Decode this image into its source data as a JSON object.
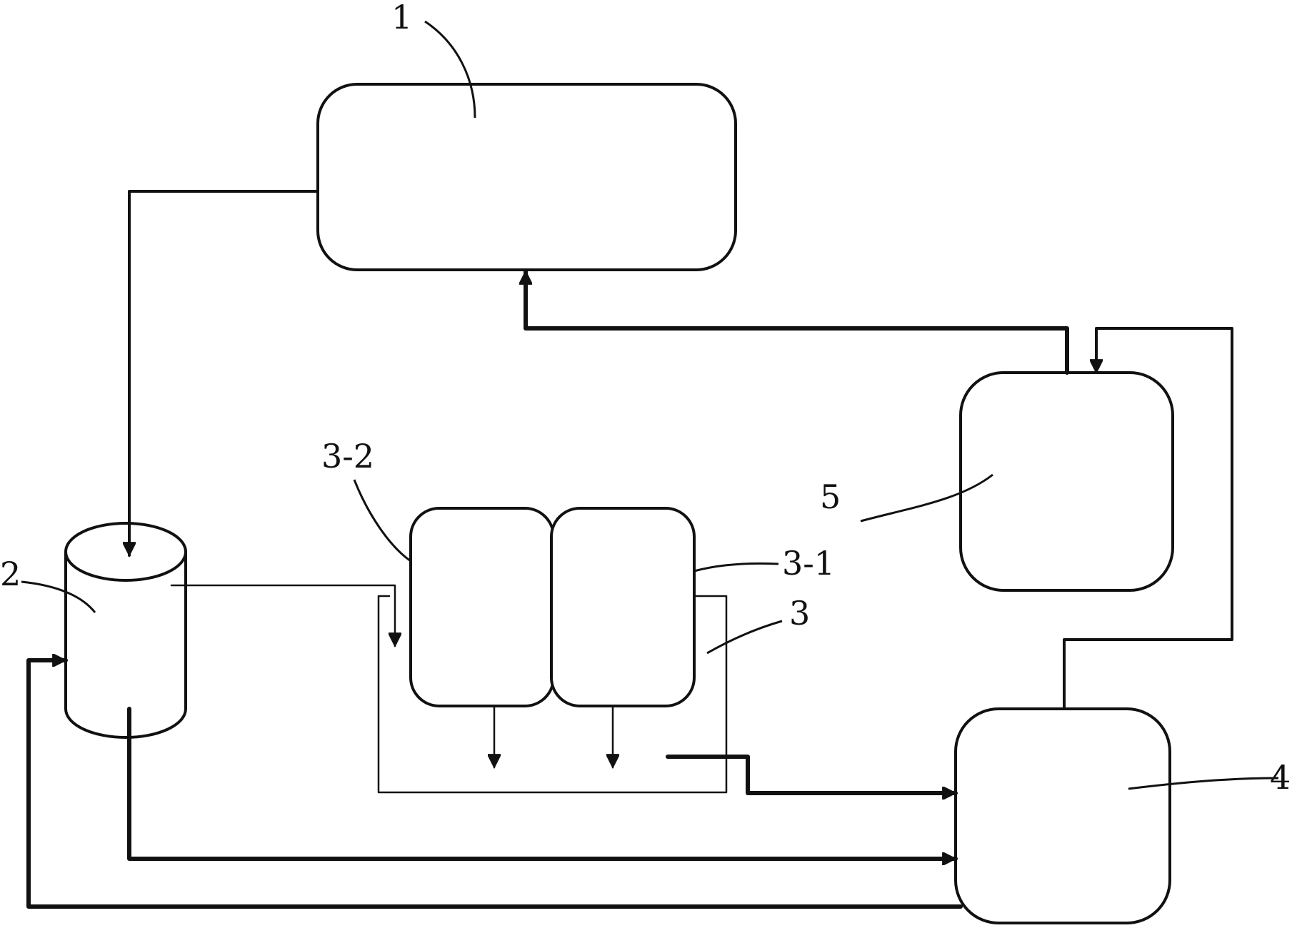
{
  "labels": {
    "unit_1": "1",
    "unit_2": "2",
    "unit_3": "3",
    "unit_3_1": "3-1",
    "unit_3_2": "3-2",
    "unit_4": "4",
    "unit_5": "5"
  }
}
